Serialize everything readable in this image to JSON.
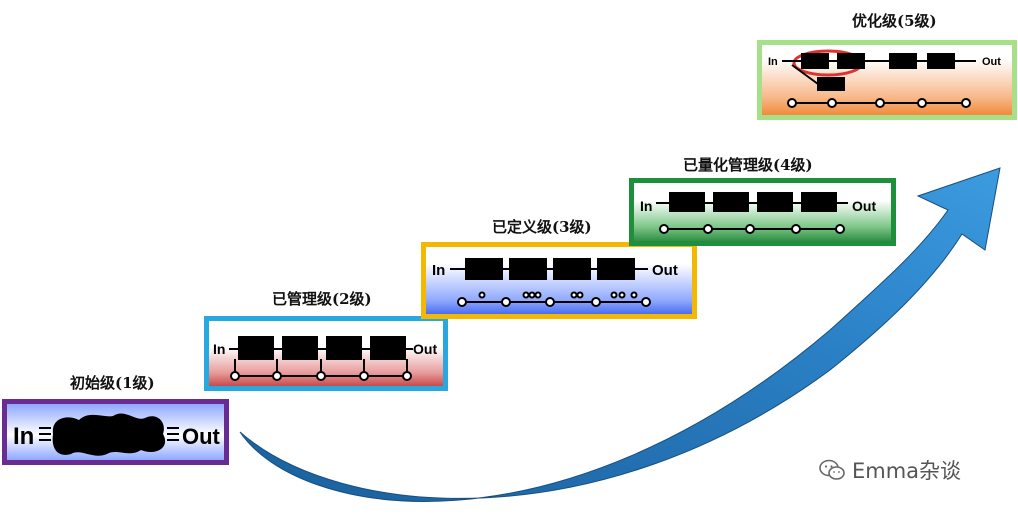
{
  "levels": [
    {
      "title": "初始级(1级)",
      "in": "In",
      "out": "Out"
    },
    {
      "title": "已管理级(2级)",
      "in": "In",
      "out": "Out"
    },
    {
      "title": "已定义级(3级)",
      "in": "In",
      "out": "Out"
    },
    {
      "title": "已量化管理级(4级)",
      "in": "In",
      "out": "Out"
    },
    {
      "title": "优化级(5级)",
      "in": "In",
      "out": "Out"
    }
  ],
  "watermark": {
    "text": "Emma杂谈",
    "icon": "wechat-icon"
  },
  "colors": {
    "level1_border": "#6a2c91",
    "level2_border": "#29a8e0",
    "level3_border": "#f5b800",
    "level4_border": "#1e8f3a",
    "level5_border": "#a8e08a",
    "arrow": "#2a7fc4"
  }
}
